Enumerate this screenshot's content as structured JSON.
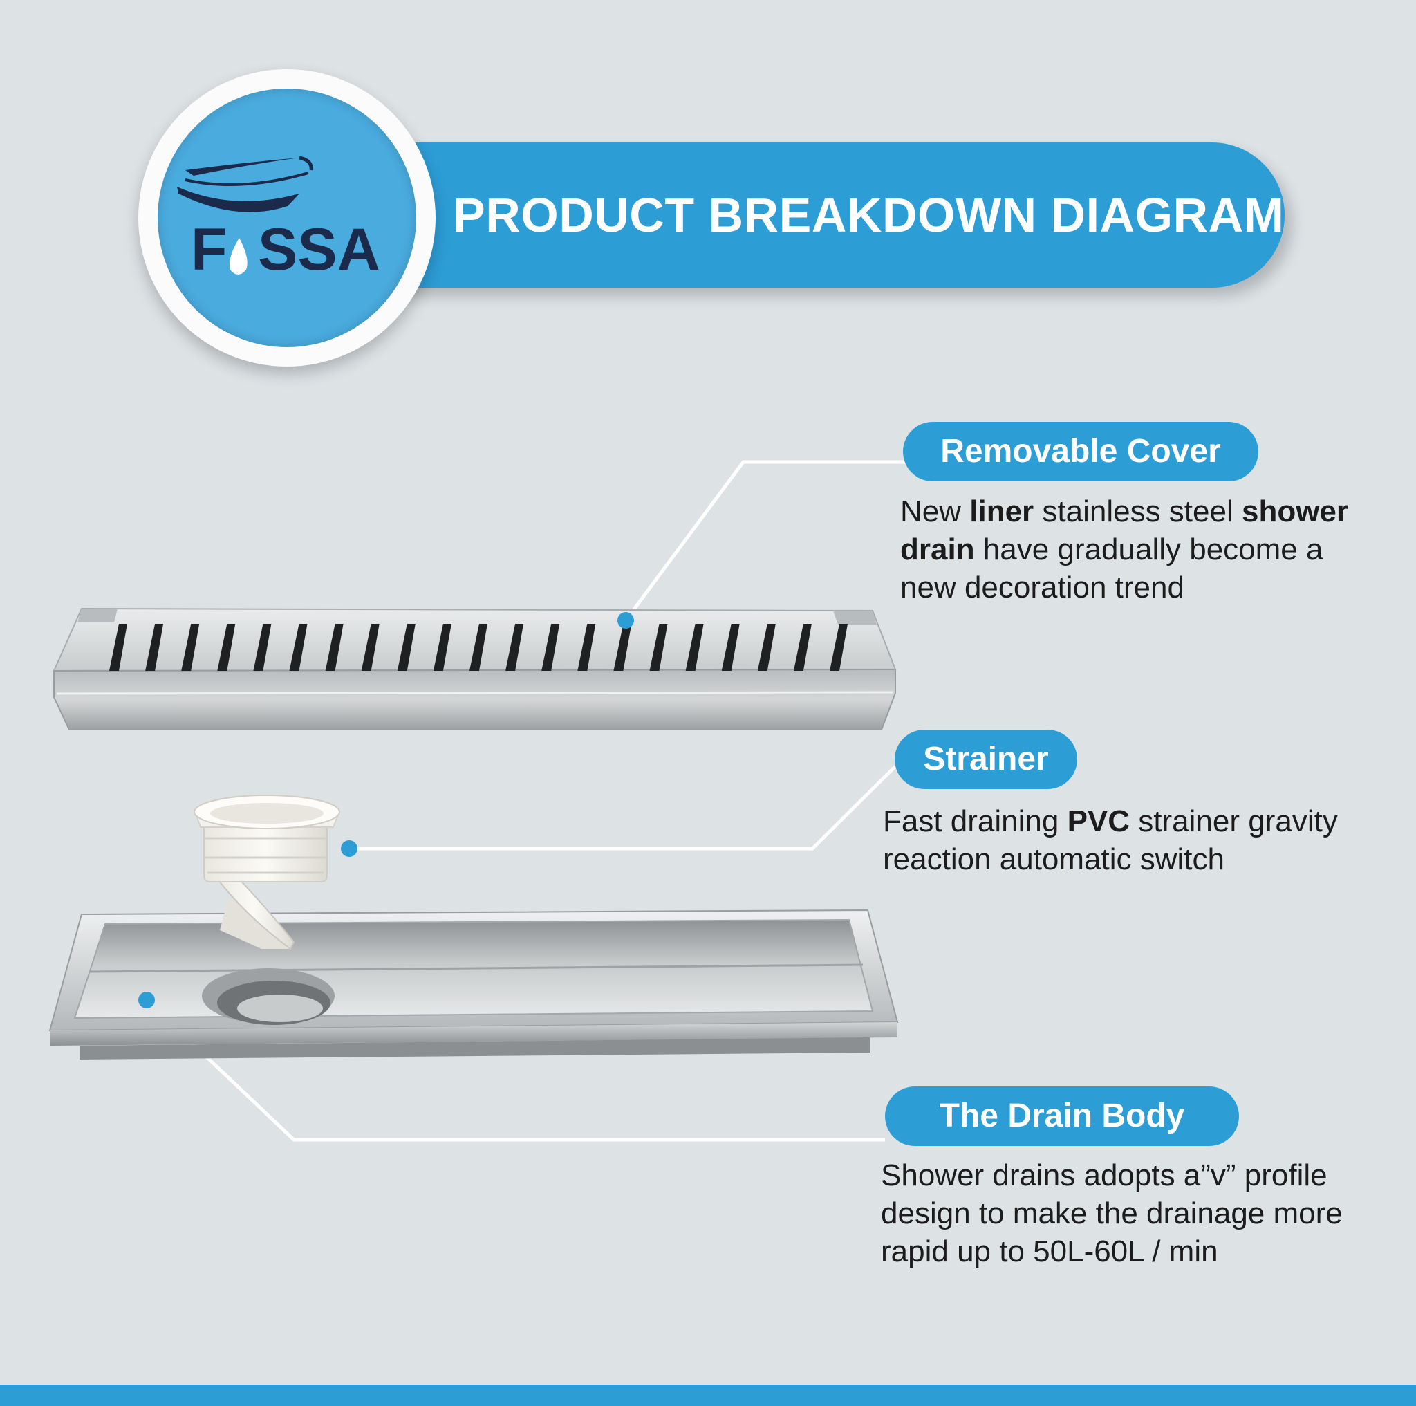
{
  "brand": {
    "logo_letters": [
      "F",
      "SSA"
    ]
  },
  "banner": {
    "title": "PRODUCT BREAKDOWN DIAGRAM"
  },
  "callouts": {
    "cover": {
      "label": "Removable Cover",
      "lines": [
        [
          {
            "t": "New "
          },
          {
            "t": "liner",
            "b": true
          },
          {
            "t": " stainless steel "
          },
          {
            "t": "shower",
            "b": true
          }
        ],
        [
          {
            "t": "drain",
            "b": true
          },
          {
            "t": " have gradually become a"
          }
        ],
        [
          {
            "t": "new decoration trend"
          }
        ]
      ]
    },
    "strainer": {
      "label": "Strainer",
      "lines": [
        [
          {
            "t": "Fast draining "
          },
          {
            "t": "PVC",
            "b": true
          },
          {
            "t": " strainer gravity"
          }
        ],
        [
          {
            "t": "reaction automatic switch"
          }
        ]
      ]
    },
    "body": {
      "label": "The Drain Body",
      "lines": [
        [
          {
            "t": "Shower drains adopts a”v” profile"
          }
        ],
        [
          {
            "t": "design to make the drainage more"
          }
        ],
        [
          {
            "t": "rapid up to 50L-60L / min"
          }
        ]
      ]
    }
  },
  "colors": {
    "background": "#dde2e5",
    "accent": "#2d9dd6",
    "logo_disc": "#4aabde",
    "logo_text": "#1b2a4a",
    "leader_line": "#ffffff",
    "steel": "#c3c6c8"
  }
}
